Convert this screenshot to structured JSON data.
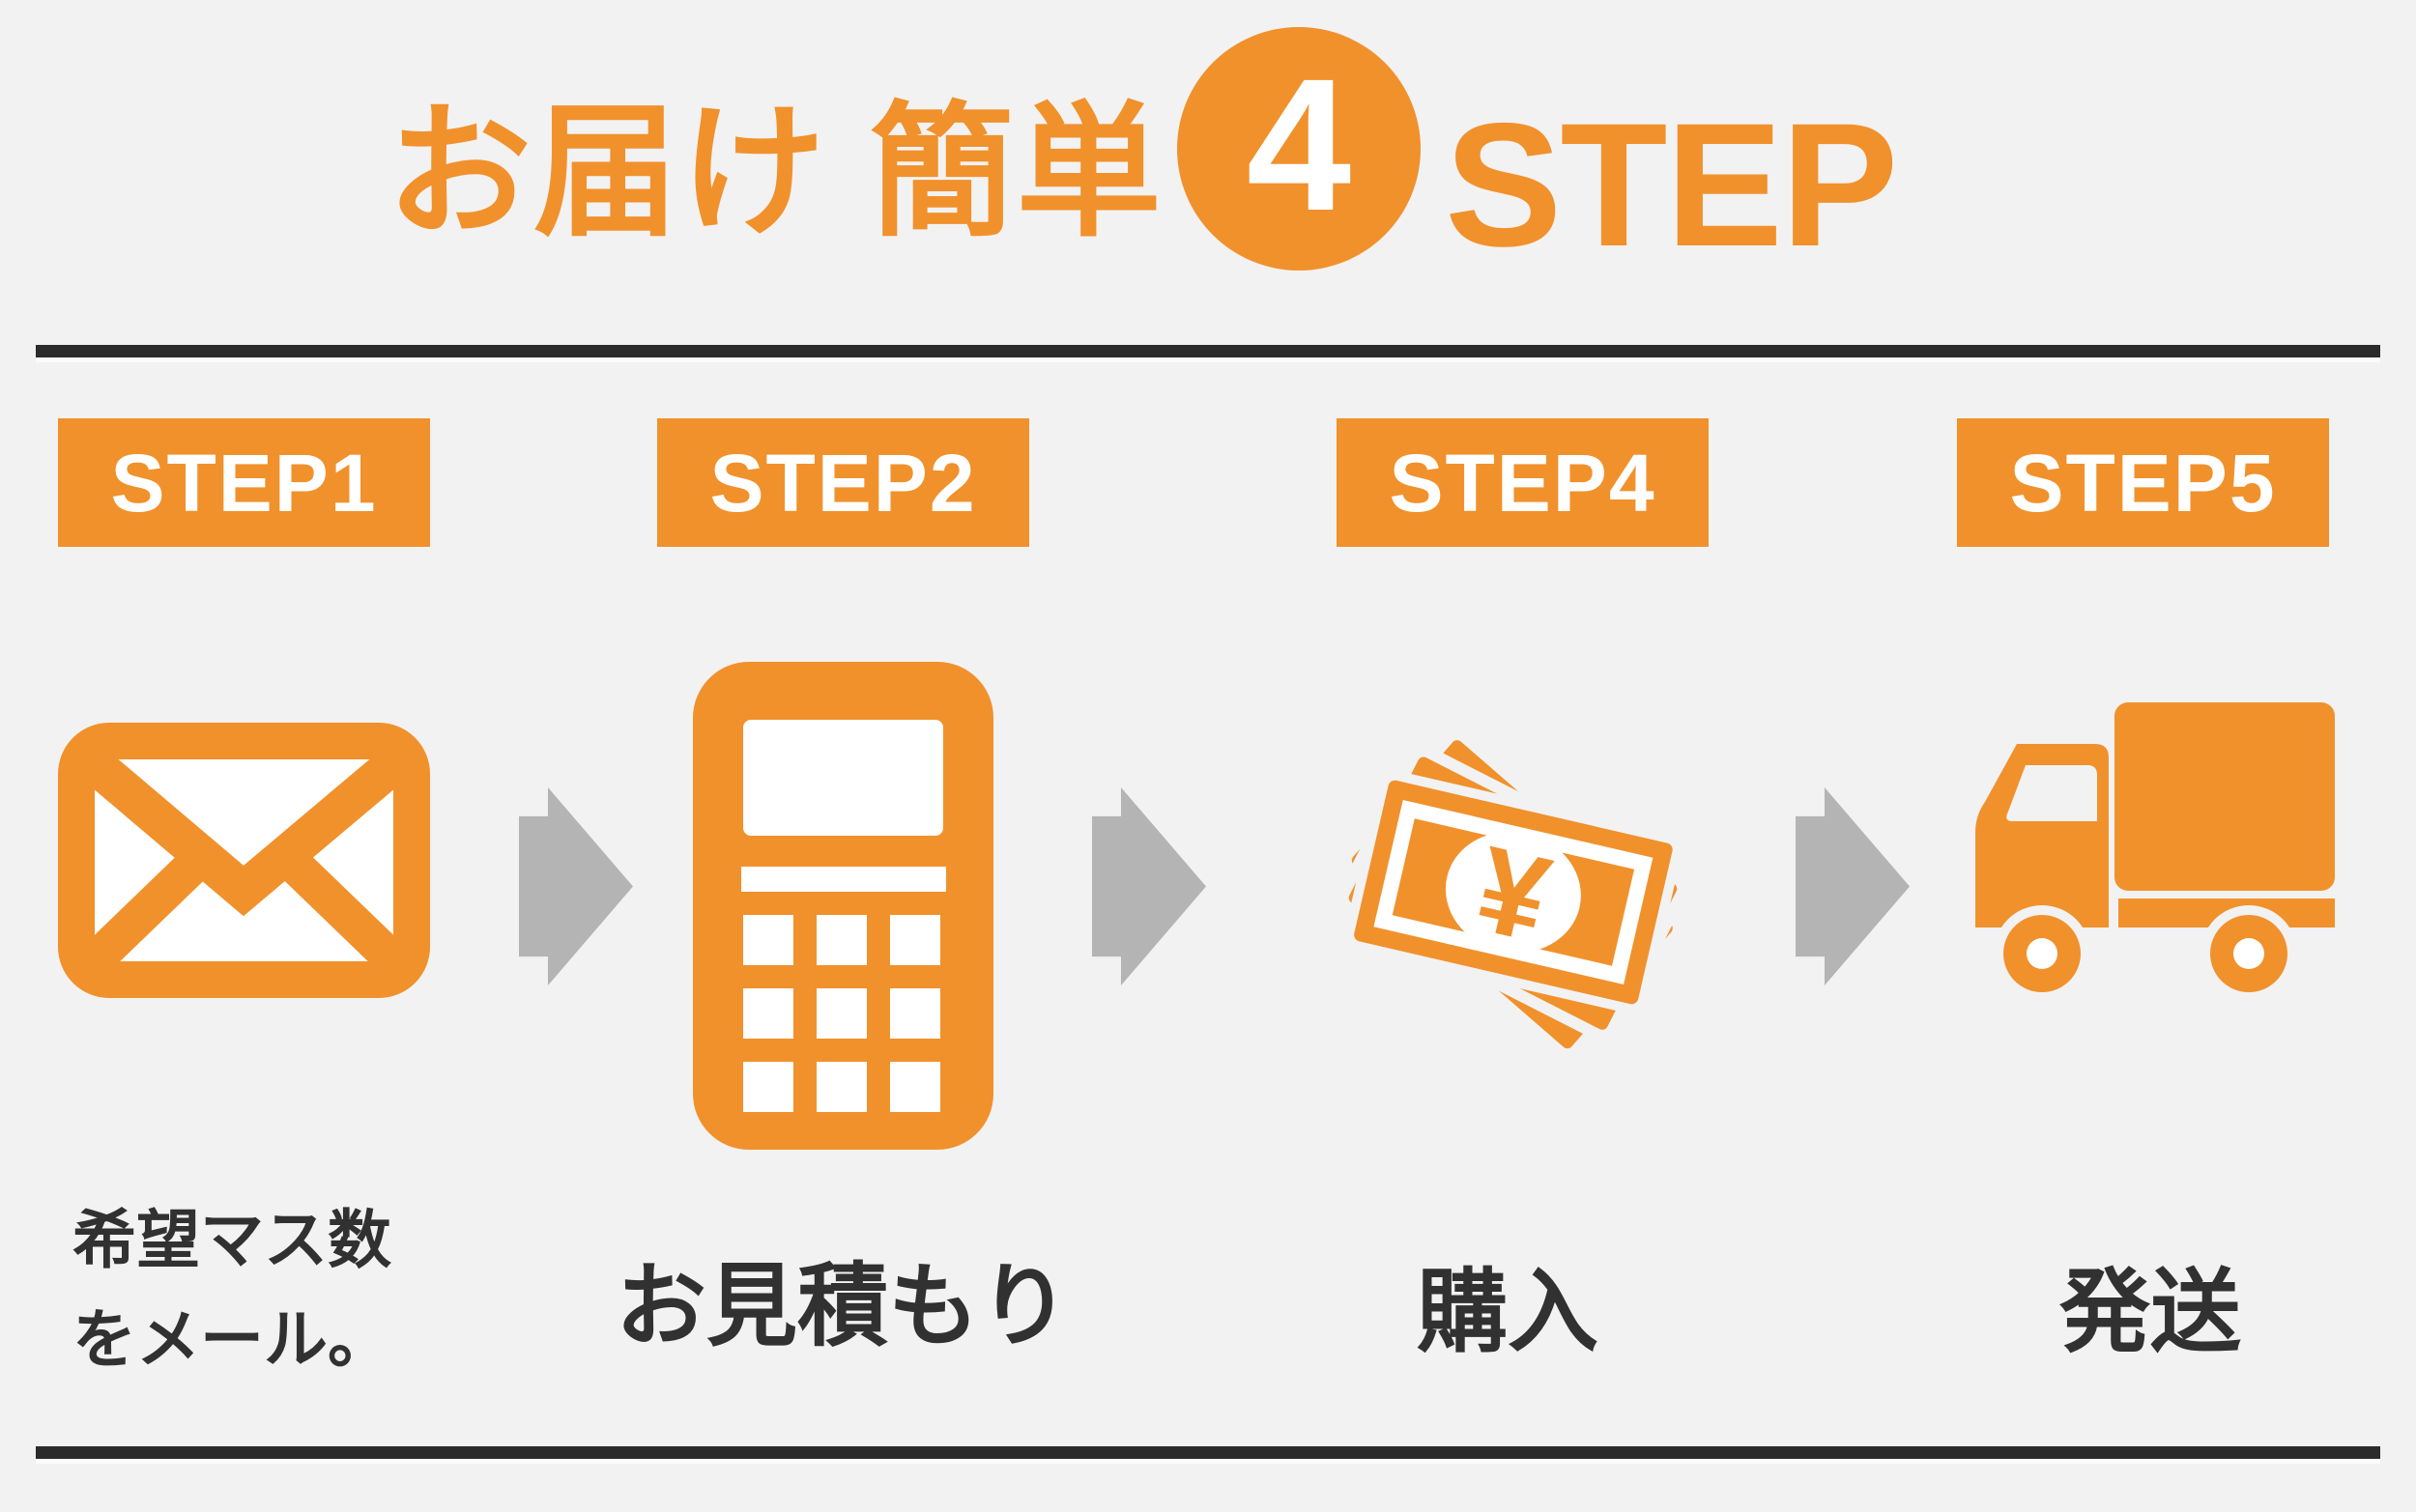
{
  "title": {
    "jp": "お届け 簡単",
    "badge": "4",
    "latin": "STEP"
  },
  "steps": [
    {
      "label": "STEP1",
      "icon": "mail-icon",
      "caption_lines": [
        "希望マス数",
        "をメール。"
      ],
      "caption": "希望マス数をメール。"
    },
    {
      "label": "STEP2",
      "icon": "calculator-icon",
      "caption": "お見積もり"
    },
    {
      "label": "STEP4",
      "icon": "money-icon",
      "caption": "購入"
    },
    {
      "label": "STEP5",
      "icon": "truck-icon",
      "caption": "発送"
    }
  ],
  "icons": {
    "yen_symbol": "¥"
  },
  "colors": {
    "accent_orange": "#f1912c",
    "arrow_gray": "#b4b4b4",
    "text_dark": "#313131",
    "divider_dark": "#2b2b2b",
    "label_text": "#ffffff",
    "background": "#f2f2f2"
  }
}
